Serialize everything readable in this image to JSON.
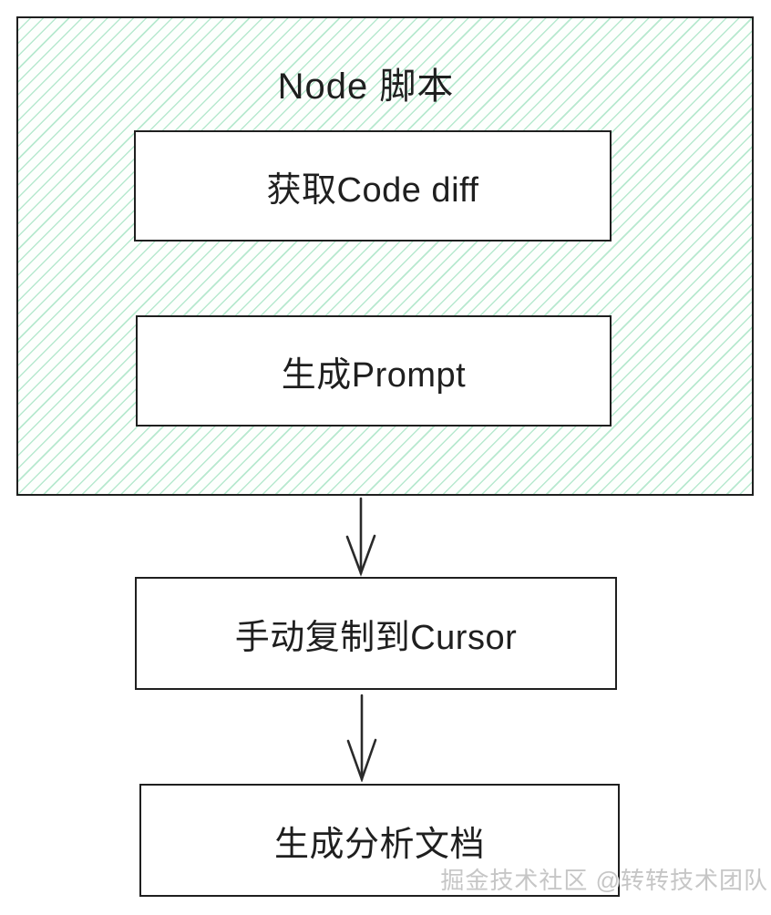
{
  "colors": {
    "border": "#1f1f1f",
    "text": "#1f1f1f",
    "hatch": "#b7e9cf",
    "box_bg": "#ffffff",
    "arrow": "#2a2a2a",
    "watermark": "#c6c6c6"
  },
  "flowchart": {
    "group": {
      "title": "Node 脚本",
      "nodes": [
        {
          "label": "获取Code diff"
        },
        {
          "label": "生成Prompt"
        }
      ]
    },
    "nodes": [
      {
        "label": "手动复制到Cursor"
      },
      {
        "label": "生成分析文档"
      }
    ],
    "arrows": [
      {
        "from": "Node 脚本",
        "to": "手动复制到Cursor"
      },
      {
        "from": "手动复制到Cursor",
        "to": "生成分析文档"
      }
    ]
  },
  "watermark": {
    "text": "掘金技术社区 @转转技术团队"
  }
}
